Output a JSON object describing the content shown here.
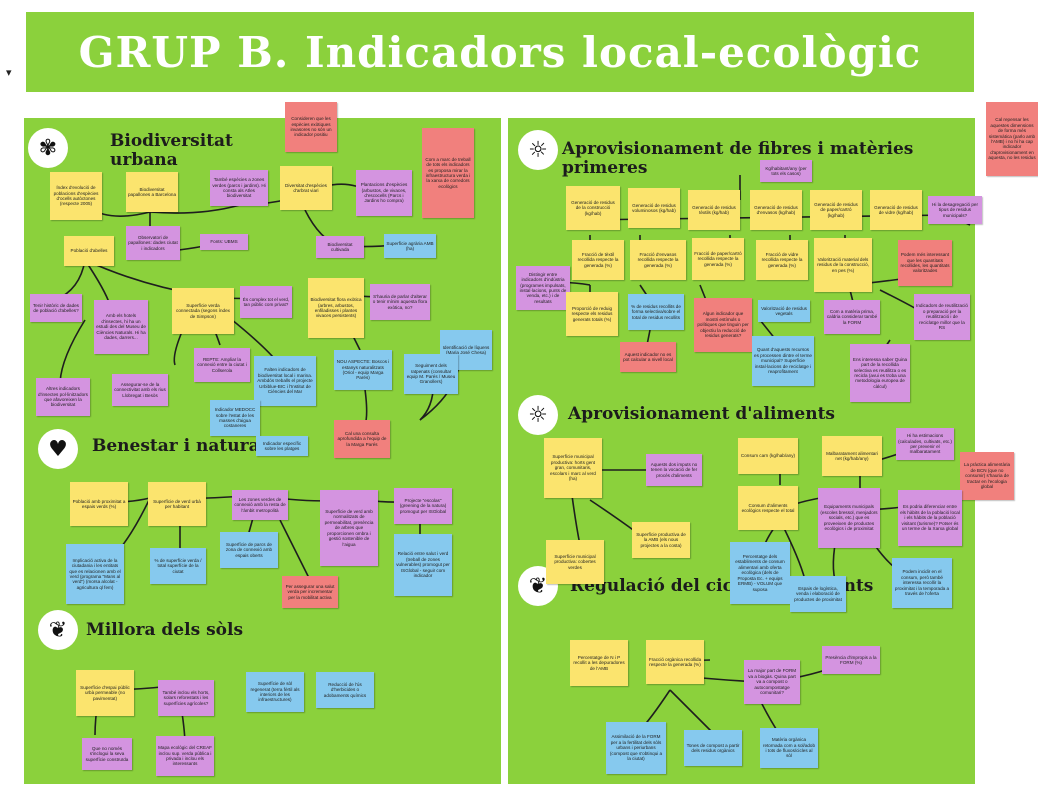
{
  "header": {
    "title": "GRUP B. Indicadors local-ecològic"
  },
  "colors": {
    "background": "#8bd13c",
    "yellow": "#fbe46e",
    "purple": "#d494e0",
    "blue": "#86c9ee",
    "red": "#f1807d"
  },
  "sections": {
    "biodiversitat": {
      "title": "Biodiversitat urbana",
      "icon": "bee-icon"
    },
    "benestar": {
      "title": "Benestar i natura",
      "icon": "heart-icon"
    },
    "sols": {
      "title": "Millora dels sòls",
      "icon": "sprout-icon"
    },
    "fibres": {
      "title": "Aprovisionament de fibres i matèries primeres",
      "icon": "sun-icon"
    },
    "aliments": {
      "title": "Aprovisionament d'aliments",
      "icon": "sun-icon"
    },
    "nutrients": {
      "title": "Regulació del cicle de nutrients",
      "icon": "sprout-icon"
    }
  },
  "notes": {
    "bio_1": "Índex d'evolució de poblacions d'espècies d'ocells autòctones (respecte 2005)",
    "bio_2": "Biodiversitat papallones a Barcelona",
    "bio_3": "També espècies a zones verdes (parcs i jardins). Hi consta als Atles biodiversitat",
    "bio_4": "Diversitat d'espècies d'arbrat viari",
    "bio_5": "Consideren que les espècies exòtiques invasores no són un indicador positiu",
    "bio_6": "Plantacions d'espècies (arbustos, de vivaces, d'escocells (Parcs i Jardins ho compra)",
    "bio_7": "Com a marc de treball de tots els indicadors es proposa mirar la infraestructura verda i la xarxa de corredors ecològics",
    "bio_8": "Observatori de papallones: dades ciutat i indicadors",
    "bio_9": "Fonts: UBMS",
    "bio_10": "Biodiversitat cultivada",
    "bio_11": "Superfície agrària AMB (ha)",
    "bio_12": "Població d'abelles",
    "bio_13": "Superfície verda connectada (segons índex de Simpson)",
    "bio_14": "És complex tot el verd, tan públic com privat?",
    "bio_15": "Biodiversitat flora exòtica (arbres, arbustos, enfiladisses i plantes vivaces persistents)",
    "bio_16": "S'hauria de parlar d'alterar o tenir mínim aquesta flora exòtica, no?",
    "bio_17": "Tenir històric de dades de població d'abelles?",
    "bio_18": "Amb els hotels d'insectes, hi ha un estudi des del Museu de Ciències Naturals. Hi ha dades, darrers...",
    "bio_19": "REPTE: Ampliar la connexió entre la ciutat i Collserola",
    "bio_20": "Falten indicadors de biodiversitat local i marina. Ambdós treballs el projecte Urbiblue-BIC i l'Institut de Ciències del Mar",
    "bio_21": "NOU ASPECTE: Boscos i estanys naturalitzats (Oriol - equip Marga Parés)",
    "bio_22": "Identificació de líquens (Maria José Chesa)",
    "bio_23": "Seguiment dels ratpenats (consultar equip M. Parés / Museu Granollers)",
    "bio_24": "Altres indicadors d'insectes pol·linitzadors que afavoreixen la biodiversitat",
    "bio_25": "Assegurar-se de la connectivitat amb els rius Llobregat i Besòs",
    "bio_26": "Indicador MEDOCC sobre l'estat de les masses d'aigua costaneres",
    "bio_27": "Indicador específic sobre les platges",
    "bio_28": "Cal una consulta aprofundida a l'equip de la Marga Parés",
    "ben_1": "Població amb proximitat a espais verds (%)",
    "ben_2": "Superfície de verd urbà per habitant",
    "ben_3": "Les zones verdes de connexió amb la resta de l'àmbit metropolità",
    "ben_4": "Superfície de verd amb normalitzats de permeabilitat, presència de arbres que proporcionen ombra i gestió sostenible de l'aigua",
    "ben_5": "Projecte \"escolas\" (greening de la natura) promogut per ISGlobal",
    "ben_6": "Superfície de parcs de zona de connexió amb espais oberts",
    "ben_7": "Relació entre salut i verd (treball de zones vulnerables) promogut per ISGlobal - seguir com indicador",
    "ben_8": "Implicació activa de la ciutadania i les entitats que es relacionen amb el verd (programa \"Mans al verd\") (morsa alcolat - agricultura ql fem)",
    "ben_9": "% de superfície verda / total superfície de la ciutat",
    "ben_10": "Per assegurar una salut verda per incrementar per la mobilitat activa",
    "sol_1": "Superfície d'espai públic urbà permeable (no pavimentat)",
    "sol_2": "També inclou els horts, solars reforestats i les superfícies agrícoles?",
    "sol_3": "Superfície de sòl regenerat (terra fèrtil als interiors de les infraestructures)",
    "sol_4": "Reducció de l'ús d'herbicides o adobaments químics",
    "sol_5": "Que no només s'inclogui la seva superfície construïda",
    "sol_6": "Mapa ecològic del CREAF inclou sup. verda pública i privada i inclou els interessants",
    "fib_1": "Kg/habitant/any (per tots els casos)",
    "fib_2": "Generació de residus de la construcció (kg/hab)",
    "fib_3": "Generació de residus voluminosos (kg/hab)",
    "fib_4": "Generació de residus tèxtils (kg/hab)",
    "fib_5": "Generació de residus d'envasos (kg/hab)",
    "fib_6": "Generació de residus de paper/cartró (kg/hab)",
    "fib_7": "Generació de residus de vidre (kg/hab)",
    "fib_8": "Hi la desagregació per tipus de residus municipals?",
    "fib_9": "Distingir entre indicadors d'indústria (programes impulsats, instal·lacions, punts de venda, etc.) i de resultats",
    "fib_10": "Fracció de tèxtil recollida respecte la generada (%)",
    "fib_11": "Fracció d'envasos recollida respecte la generada (%)",
    "fib_12": "Fracció de paper/cartró recollida respecte la generada (%)",
    "fib_13": "Fracció de vidre recollida respecte la generada (%)",
    "fib_14": "Valorització material dels residus de la construcció, en pes (%)",
    "fib_15": "Podem més interessant que les quantitats recollides, les quantitats valoritzades",
    "fib_16": "Proporció de reduig respecte els residus generats totals (%)",
    "fib_17": "% de residus recollits de forma selectiva/sobre el total de residus recollits",
    "fib_18": "Algun indicador que mostri estímuls o polítiques que tinguin per objectiu la reducció de residus generats?",
    "fib_19": "Valorització de residus vegetals",
    "fib_20": "Com a matèria prima, caldria considerar també la FORM",
    "fib_21": "Indicadors de reutilització o preparació per la reutilització i de reciclatge millor que la RS",
    "fib_22": "Quant d'aquests recursos es processen dintre el terme municipal? Superfície instal·lacions de reciclatge i reaprofitament",
    "fib_23": "Aquest indicador no es pot calcular a nivell local",
    "fib_24": "Ens interessa saber Quina part de la recollida selectiva es reutilitza o es recicla (avui es troba una metodologia europea de càlcul)",
    "top_red": "Cal repensar les aquestes dimensions de forma més sistemàtica (parlo amb l'AMB) i no hi ha cap indicador d'aprovisionament en aquesta, no les residus",
    "ali_1": "Superfície municipal productiva: horts gent gran, comunitaris, escolars i marc al verd (ha)",
    "ali_2": "Aquests dos imputs no tenen la vocació de fer procés d'aliments",
    "ali_3": "Consum carn (kg/hab/any)",
    "ali_4": "Malbaratament alimentari net (kg/hab/any)",
    "ali_5": "Hi ha estimacions (calculades, cultivats, etc.) per prevenir el malbaratament",
    "ali_6": "La pràctica alimentària de BCN (que no consumir) s'hauria de tractar en l'ecologia global",
    "ali_7": "Consum d'aliments ecològics respecte el total",
    "ali_8": "Equipaments municipals (escoles bressol, menjadors socials, etc.) que es proveeixen de productes ecològics i de proximitat",
    "ali_9": "Superfície productiva de la AMB (els nous projectes a la costa)",
    "ali_10": "Superfície municipal productiva: cobertes verdes",
    "ali_11": "Percentatge dels establiments de consum alimentari amb oferta ecològica (dels de Proposta Ec. + equips ERMB) - VOLUM que suposa",
    "ali_12": "Espais de logística, venda i elaboració de productes de proximitat",
    "ali_13": "Es podria diferenciar entre els hàbits de la població local i els hàbits de la població visitant (turisme)? Potser és un terme de la Xarxa global",
    "ali_14": "Podem incidir en el consum, però també interessa recollir la proximitat i la temporada a través de l'oferta",
    "nut_1": "Percentatge de N i P recollit a les depuradores de l'AMB",
    "nut_2": "Fracció orgànica recollida respecte la generada (%)",
    "nut_3": "La major part de FORM va a biogàs. Quina part va a compost o autocompostatge comunitari?",
    "nut_4": "Presència d'impropis a la FORM (%)",
    "nut_5": "Assimilació de la FORM per a la fertilitat dels sòls urbans i periurbans (compost que s'obtinqui a la ciutat)",
    "nut_6": "Tones de compost a partir dels residus orgànics",
    "nut_7": "Matèria orgànica retornada com a sol/adob i tots de fluxos/cicles al sòl"
  }
}
